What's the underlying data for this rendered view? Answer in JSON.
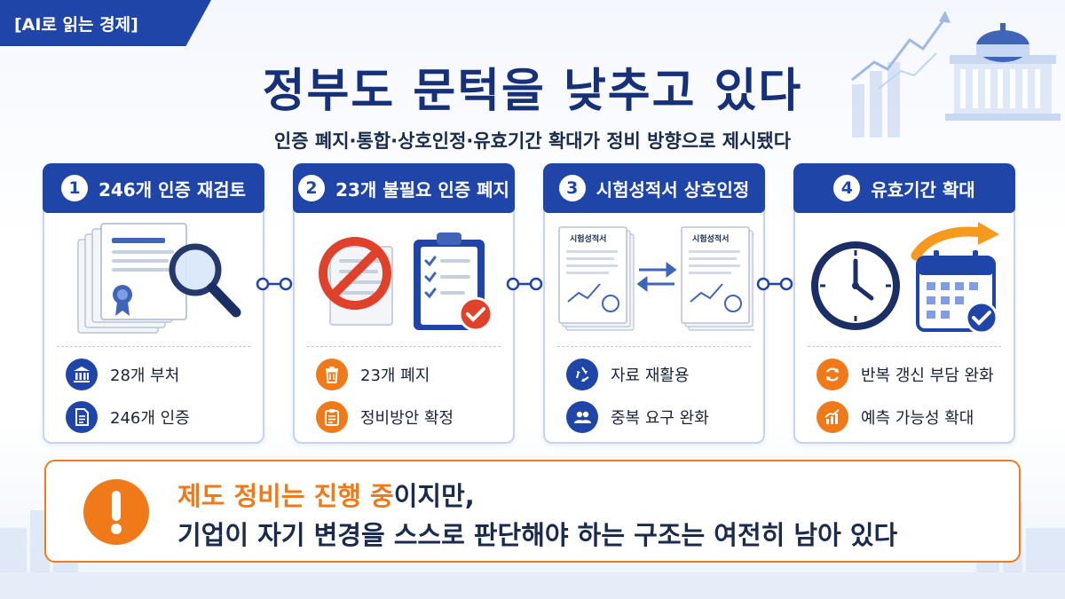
{
  "header": {
    "tag": "[AI로 읽는 경제]",
    "title": "정부도 문턱을 낮추고 있다",
    "subtitle": "인증 폐지·통합·상호인정·유효기간 확대가 정비 방향으로 제시됐다"
  },
  "cards": [
    {
      "number": "1",
      "title": "246개 인증 재검토",
      "items": [
        {
          "icon": "government-building-icon",
          "label": "28개 부처"
        },
        {
          "icon": "document-icon",
          "label": "246개 인증"
        }
      ]
    },
    {
      "number": "2",
      "title": "23개 불필요 인증 폐지",
      "items": [
        {
          "icon": "trash-icon",
          "label": "23개 폐지"
        },
        {
          "icon": "clipboard-icon",
          "label": "정비방안 확정"
        }
      ]
    },
    {
      "number": "3",
      "title": "시험성적서 상호인정",
      "doc_label": "시험성적서",
      "items": [
        {
          "icon": "recycle-icon",
          "label": "자료 재활용"
        },
        {
          "icon": "people-icon",
          "label": "중복 요구 완화"
        }
      ]
    },
    {
      "number": "4",
      "title": "유효기간 확대",
      "items": [
        {
          "icon": "refresh-icon",
          "label": "반복 갱신 부담 완화"
        },
        {
          "icon": "chart-up-icon",
          "label": "예측 가능성 확대"
        }
      ]
    }
  ],
  "banner": {
    "highlight": "제도 정비는 진행 중",
    "line1_rest": "이지만,",
    "line2": "기업이 자기 변경을 스스로 판단해야 하는 구조는 여전히 남아 있다"
  },
  "colors": {
    "navy": "#1f45a8",
    "orange": "#f07a1a",
    "title": "#17307a"
  }
}
